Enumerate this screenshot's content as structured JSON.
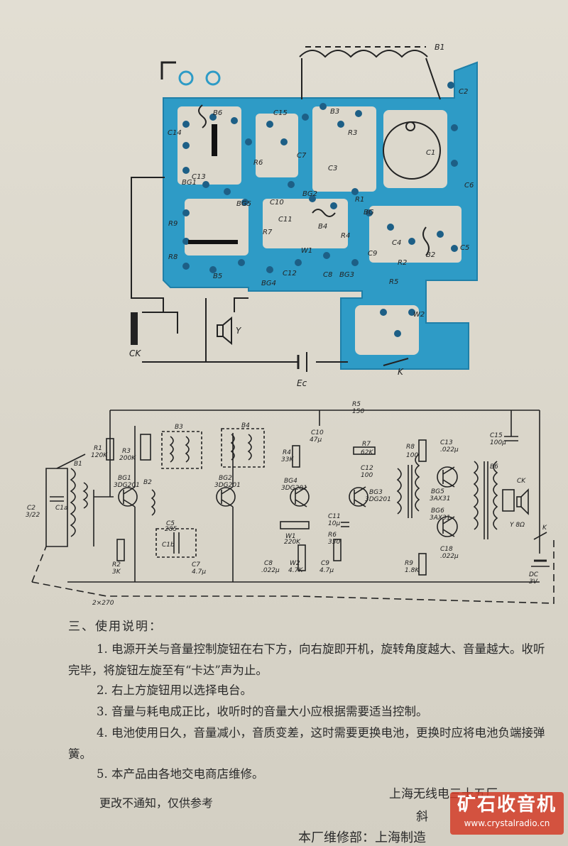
{
  "pcb": {
    "labels": [
      "B1",
      "C3",
      "B3",
      "C15",
      "C14",
      "B5",
      "BG1",
      "C13",
      "C7",
      "C5",
      "BG2",
      "C6",
      "R6",
      "C10",
      "C11",
      "R3",
      "BG5",
      "R1",
      "BG",
      "C2",
      "R7",
      "C4",
      "B2",
      "C8",
      "W1",
      "C9",
      "R2",
      "C12",
      "BG4",
      "C8",
      "BG3",
      "B5",
      "R5",
      "W2",
      "K",
      "Ec",
      "Y",
      "CK",
      "R8",
      "R9",
      "R4",
      "C1"
    ],
    "bottom_labels": {
      "ck": "CK",
      "y": "Y",
      "ec": "Ec",
      "k": "K"
    }
  },
  "schematic": {
    "labels": {
      "r1": "R1\n120K",
      "r3": "R3\n200K",
      "b3": "B3",
      "b4": "B4",
      "r4": "R4\n33K",
      "c10": "C10\n47μ",
      "r5": "R5\n150",
      "r7": "R7\n62K",
      "c12": "C12\n100",
      "r8": "R8\n100",
      "c13": "C13\n.022μ",
      "c15": "C15\n100μ",
      "b6": "B6",
      "ck": "CK",
      "bg1": "BG1\n3DG201",
      "b2": "B2",
      "bg2": "BG2\n3DG201",
      "bg4": "BG4\n3DG201",
      "bg5": "BG5\n3AX31",
      "bg6": "BG6\n3AX31",
      "c18": "C18\n.022μ",
      "r9": "R9\n1.8K",
      "c5": "C5\n285",
      "c1b": "C1b",
      "c7": "C7\n4.7μ",
      "r2": "R2\n3K",
      "w1": "W1\n220K",
      "c8": "C8\n.022μ",
      "w2": "W2\n4.7K",
      "r6": "R6\n330",
      "c11": "C11\n10μ",
      "c2": "C2\n3/22",
      "c1a": "C1a",
      "b1": "B1",
      "dc": "DC\n3V",
      "k": "K",
      "cap": "2×270",
      "c9": "C9\n4.7μ",
      "yhz": "Y 8Ω"
    }
  },
  "instructions": {
    "title": "三、使用说明：",
    "item1_a": "1. 电源开关与音量控制旋钮在右下方，向右旋即开机，旋转角度越大、音量越大。收听完毕，将旋钮左旋至有“卡达”声为止。",
    "item2": "2. 右上方旋钮用以选择电台。",
    "item3": "3. 音量与耗电成正比，收听时的音量大小应根据需要适当控制。",
    "item4": "4. 电池使用日久，音量减小，音质变差，这时需要更换电池，更换时应将电池负端接弹簧。",
    "item5": "5. 本产品由各地交电商店维修。",
    "notice": "更改不通知，仅供参考",
    "factory": "上海无线电三十五厂",
    "city": "斜",
    "repair": "本厂维修部：上海制造"
  },
  "watermark": {
    "title": "矿石收音机",
    "url": "www.crystalradio.cn"
  },
  "colors": {
    "pcb_blue": "#2e9bc6",
    "ink": "#2a2a2a",
    "paper": "#dcd8cc",
    "watermark": "#d23c28"
  }
}
